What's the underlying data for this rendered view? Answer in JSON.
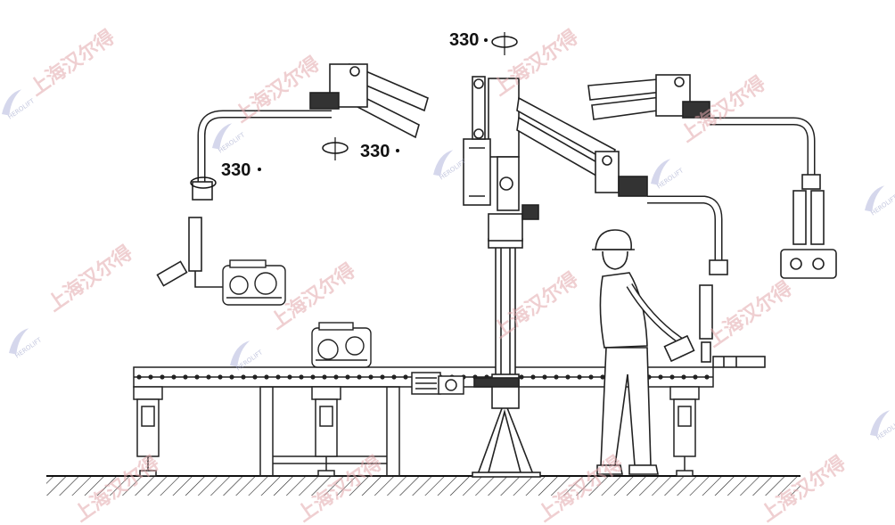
{
  "rotation_labels": {
    "column_top": "330",
    "left_arm_joint": "330",
    "left_arm_tool": "330"
  },
  "watermark": {
    "company": "上海汉尔得",
    "brand": "HEROLIFT"
  },
  "colors": {
    "line": "#1a1a1a",
    "watermark": "#e3a9ad",
    "background": "#ffffff"
  }
}
